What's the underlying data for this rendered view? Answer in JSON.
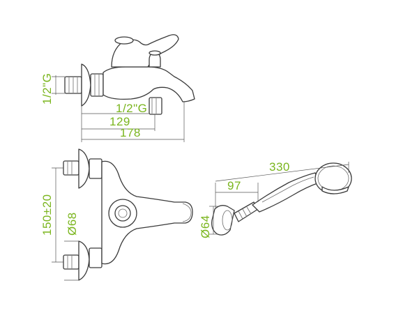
{
  "colors": {
    "dimension_text": "#7ab51d",
    "line": "#3a3a3a"
  },
  "dimensions": {
    "side_view": {
      "thread_inlet": "1/2\"G",
      "thread_outlet": "1/2\"G",
      "spout_depth": "129",
      "overall_depth": "178"
    },
    "top_view": {
      "center_distance": "150±20",
      "flange_diameter": "Ø68"
    },
    "hand_shower": {
      "hose_length": "330",
      "holder_length": "97",
      "holder_diameter": "Ø64"
    }
  }
}
